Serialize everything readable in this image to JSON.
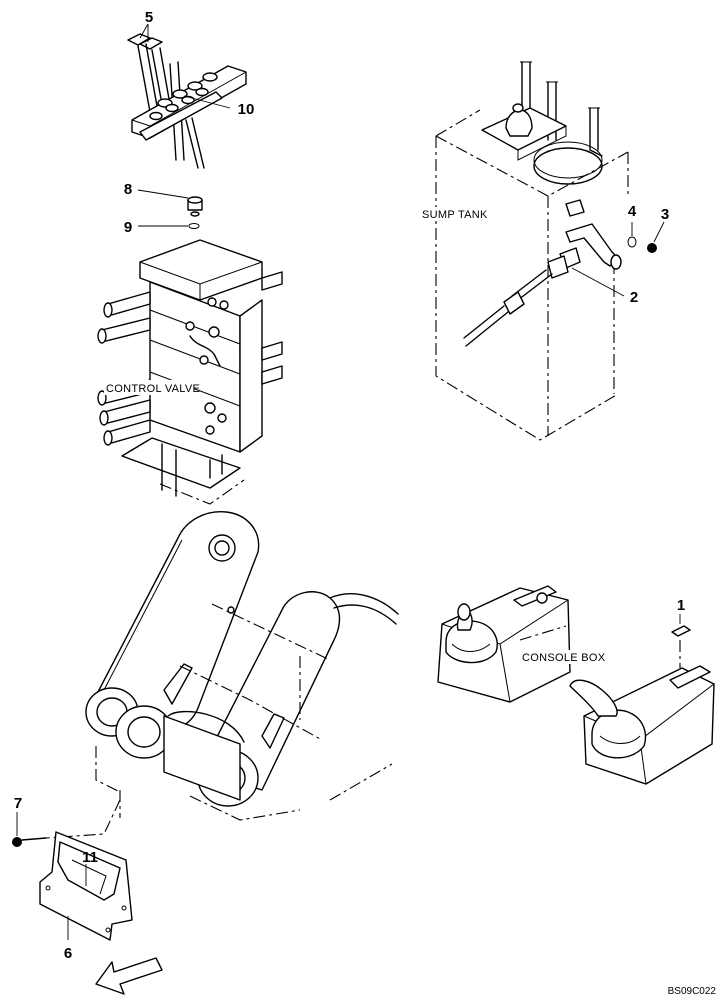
{
  "captions": {
    "sump_tank": "SUMP TANK",
    "control_valve": "CONTROL VALVE",
    "console_box": "CONSOLE BOX"
  },
  "callouts": [
    "1",
    "2",
    "3",
    "4",
    "5",
    "6",
    "7",
    "8",
    "9",
    "10",
    "11"
  ],
  "drawing_code": "BS09C022"
}
